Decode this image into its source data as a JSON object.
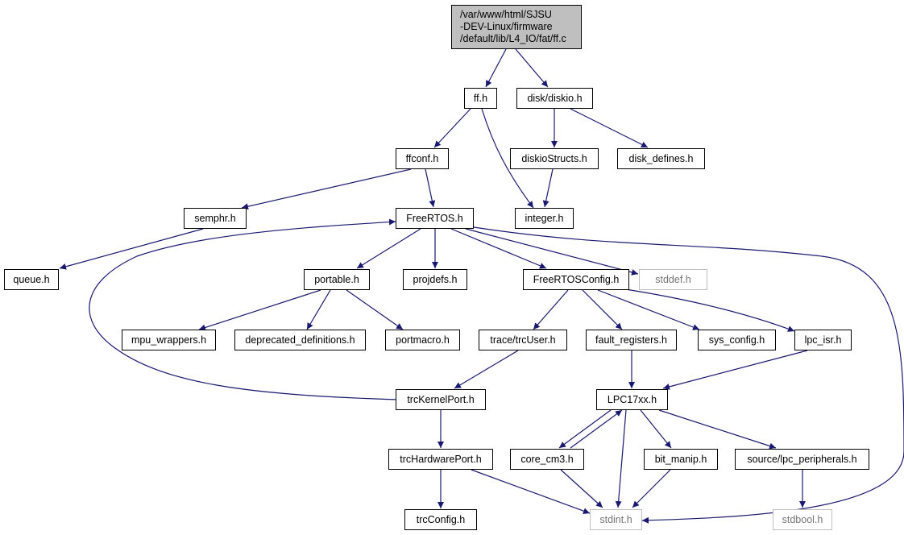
{
  "graph": {
    "root_label": "/var/www/html/SJSU\n-DEV-Linux/firmware\n/default/lib/L4_IO/fat/ff.c",
    "edge_color": "#191970",
    "nodes": {
      "root": "/var/www/html/SJSU\n-DEV-Linux/firmware\n/default/lib/L4_IO/fat/ff.c",
      "ff_h": "ff.h",
      "diskio_h": "disk/diskio.h",
      "ffconf_h": "ffconf.h",
      "diskioStructs_h": "diskioStructs.h",
      "disk_defines_h": "disk_defines.h",
      "semphr_h": "semphr.h",
      "FreeRTOS_h": "FreeRTOS.h",
      "integer_h": "integer.h",
      "queue_h": "queue.h",
      "portable_h": "portable.h",
      "projdefs_h": "projdefs.h",
      "FreeRTOSConfig_h": "FreeRTOSConfig.h",
      "stddef_h": "stddef.h",
      "mpu_wrappers_h": "mpu_wrappers.h",
      "deprecated_definitions_h": "deprecated_definitions.h",
      "portmacro_h": "portmacro.h",
      "trcUser_h": "trace/trcUser.h",
      "fault_registers_h": "fault_registers.h",
      "sys_config_h": "sys_config.h",
      "lpc_isr_h": "lpc_isr.h",
      "trcKernelPort_h": "trcKernelPort.h",
      "LPC17xx_h": "LPC17xx.h",
      "trcHardwarePort_h": "trcHardwarePort.h",
      "core_cm3_h": "core_cm3.h",
      "bit_manip_h": "bit_manip.h",
      "lpc_peripherals_h": "source/lpc_peripherals.h",
      "trcConfig_h": "trcConfig.h",
      "stdint_h": "stdint.h",
      "stdbool_h": "stdbool.h"
    },
    "edges": [
      [
        "root",
        "ff_h"
      ],
      [
        "root",
        "diskio_h"
      ],
      [
        "ff_h",
        "ffconf_h"
      ],
      [
        "ff_h",
        "integer_h"
      ],
      [
        "diskio_h",
        "diskioStructs_h"
      ],
      [
        "diskio_h",
        "disk_defines_h"
      ],
      [
        "diskioStructs_h",
        "integer_h"
      ],
      [
        "ffconf_h",
        "semphr_h"
      ],
      [
        "ffconf_h",
        "FreeRTOS_h"
      ],
      [
        "semphr_h",
        "queue_h"
      ],
      [
        "FreeRTOS_h",
        "portable_h"
      ],
      [
        "FreeRTOS_h",
        "projdefs_h"
      ],
      [
        "FreeRTOS_h",
        "FreeRTOSConfig_h"
      ],
      [
        "FreeRTOS_h",
        "stddef_h"
      ],
      [
        "FreeRTOS_h",
        "stdint_h"
      ],
      [
        "portable_h",
        "mpu_wrappers_h"
      ],
      [
        "portable_h",
        "deprecated_definitions_h"
      ],
      [
        "portable_h",
        "portmacro_h"
      ],
      [
        "FreeRTOSConfig_h",
        "trcUser_h"
      ],
      [
        "FreeRTOSConfig_h",
        "fault_registers_h"
      ],
      [
        "FreeRTOSConfig_h",
        "sys_config_h"
      ],
      [
        "FreeRTOSConfig_h",
        "lpc_isr_h"
      ],
      [
        "trcUser_h",
        "trcKernelPort_h"
      ],
      [
        "trcKernelPort_h",
        "FreeRTOS_h"
      ],
      [
        "trcKernelPort_h",
        "trcHardwarePort_h"
      ],
      [
        "fault_registers_h",
        "LPC17xx_h"
      ],
      [
        "lpc_isr_h",
        "LPC17xx_h"
      ],
      [
        "trcHardwarePort_h",
        "trcConfig_h"
      ],
      [
        "trcHardwarePort_h",
        "stdint_h"
      ],
      [
        "LPC17xx_h",
        "core_cm3_h"
      ],
      [
        "core_cm3_h",
        "LPC17xx_h"
      ],
      [
        "LPC17xx_h",
        "bit_manip_h"
      ],
      [
        "LPC17xx_h",
        "lpc_peripherals_h"
      ],
      [
        "LPC17xx_h",
        "stdint_h"
      ],
      [
        "core_cm3_h",
        "stdint_h"
      ],
      [
        "bit_manip_h",
        "stdint_h"
      ],
      [
        "lpc_peripherals_h",
        "stdbool_h"
      ]
    ]
  }
}
